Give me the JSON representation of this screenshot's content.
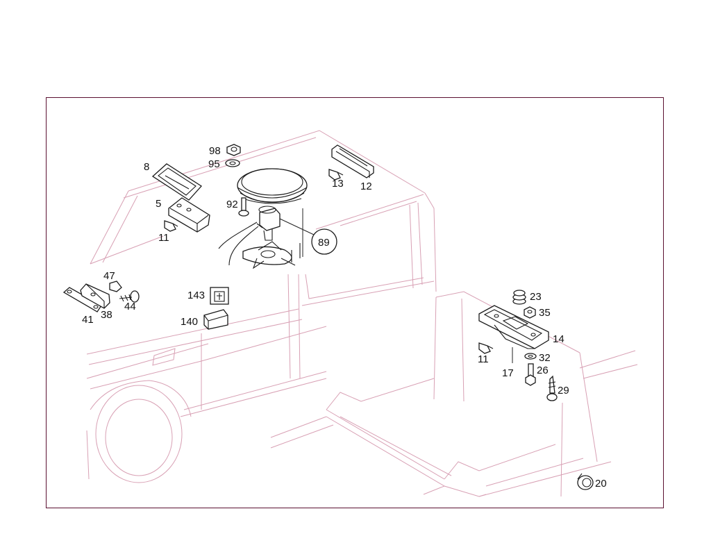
{
  "diagram": {
    "border_color": "#5a1030",
    "car_outline_color": "#d8a0b4",
    "part_color": "#1a1a1a",
    "labels": {
      "p98": "98",
      "p95": "95",
      "p8": "8",
      "p5": "5",
      "p92": "92",
      "p11a": "11",
      "p13": "13",
      "p12": "12",
      "p89": "89",
      "p47": "47",
      "p44": "44",
      "p41": "41",
      "p38": "38",
      "p143": "143",
      "p140": "140",
      "p23": "23",
      "p35": "35",
      "p14": "14",
      "p11b": "11",
      "p17": "17",
      "p32": "32",
      "p26": "26",
      "p29": "29",
      "p20": "20"
    }
  }
}
